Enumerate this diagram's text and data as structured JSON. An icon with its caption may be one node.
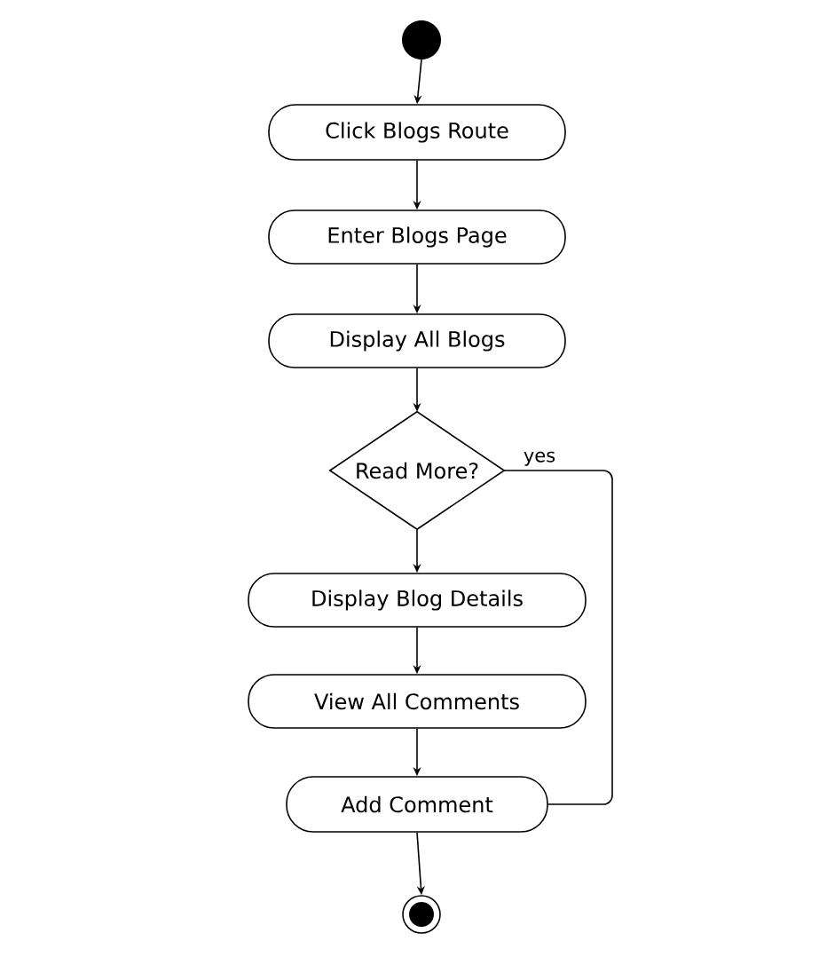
{
  "diagram": {
    "nodes": [
      {
        "text": [],
        "shape": "circle"
      },
      {
        "text": [
          "Click Blogs Route"
        ]
      },
      {
        "text": [
          "Enter Blogs Page"
        ]
      },
      {
        "text": [
          "Display All Blogs"
        ]
      },
      {
        "text": [
          "Read More?"
        ]
      },
      {
        "text": [
          "Display Blog Details"
        ]
      },
      {
        "text": [
          "View All Comments"
        ]
      },
      {
        "text": [
          "Add Comment"
        ]
      },
      {
        "text": [],
        "shape": "circle"
      }
    ],
    "edges": [
      {
        "from": 0,
        "to": 1,
        "arrow": "to"
      },
      {
        "from": 1,
        "to": 2,
        "arrow": "to"
      },
      {
        "from": 2,
        "to": 3,
        "arrow": "to"
      },
      {
        "from": 3,
        "to": 4,
        "arrow": "to"
      },
      {
        "from": 4,
        "to": 5,
        "arrow": "to"
      },
      {
        "from": 5,
        "to": 6,
        "arrow": "to"
      },
      {
        "from": 6,
        "to": 7,
        "arrow": "to"
      },
      {
        "from": 4,
        "to": 7,
        "arrow": "none",
        "label": "yes"
      },
      {
        "from": 7,
        "to": 8,
        "arrow": "to"
      }
    ]
  }
}
